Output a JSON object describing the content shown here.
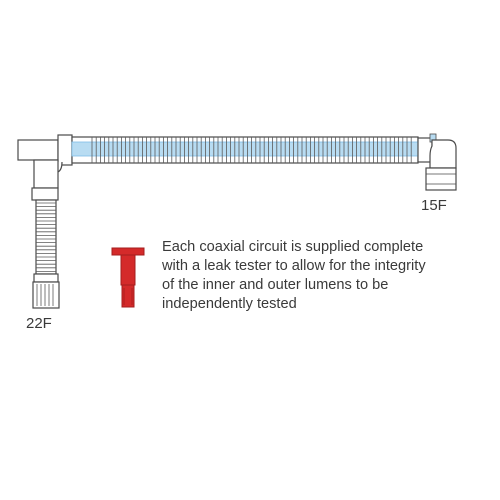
{
  "labels": {
    "port_15f": "15F",
    "port_22f": "22F"
  },
  "note": "Each coaxial circuit is supplied complete\nwith a leak tester to allow for the integrity\nof the inner and outer lumens to be\nindependently tested",
  "colors": {
    "outline": "#4a4a4a",
    "inner_lumen": "#b8dcf2",
    "inner_lumen_edge": "#7fbde6",
    "leak_tester": "#d42a2a",
    "leak_tester_dark": "#a51d1d",
    "text": "#3a3a3a"
  }
}
